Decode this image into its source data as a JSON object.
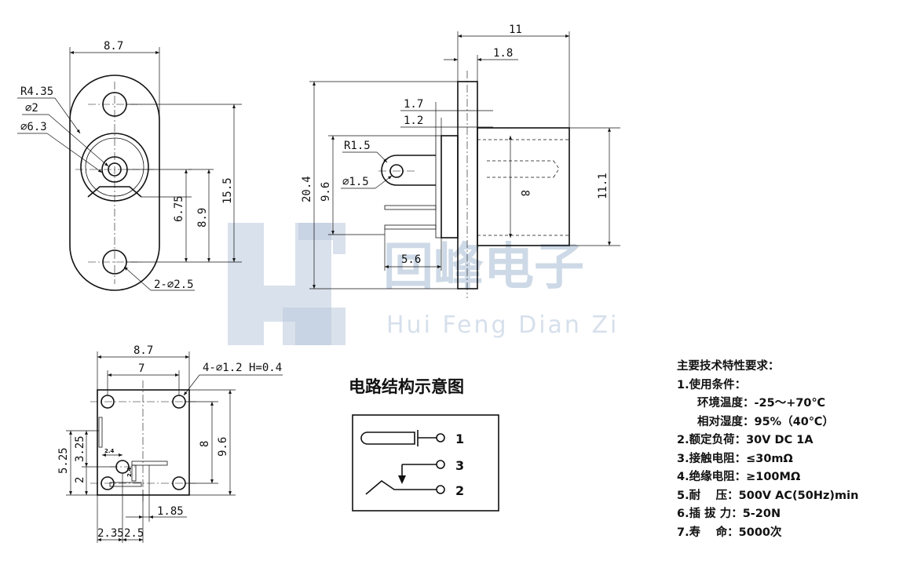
{
  "front_view": {
    "width_dim": "8.7",
    "radius_label": "R4.35",
    "hole_small_label": "⌀2",
    "hole_large_label": "⌀6.3",
    "dim_6_75": "6.75",
    "dim_8_9": "8.9",
    "dim_15_5": "15.5",
    "mount_holes_label": "2-⌀2.5"
  },
  "side_view": {
    "dim_11": "11",
    "dim_1_8": "1.8",
    "dim_1_7": "1.7",
    "dim_1_2": "1.2",
    "radius_label": "R1.5",
    "hole_label": "⌀1.5",
    "dim_20_4": "20.4",
    "dim_9_6": "9.6",
    "dim_8": "8",
    "dim_11_1": "11.1",
    "dim_5_6": "5.6"
  },
  "bottom_view": {
    "width_dim": "8.7",
    "dim_7": "7",
    "holes_label": "4-⌀1.2 H=0.4",
    "dim_8": "8",
    "dim_9_6": "9.6",
    "dim_5_25": "5.25",
    "dim_3_25": "3.25",
    "dim_2": "2",
    "dim_2_4_a": "2.4",
    "dim_2_4_b": "2.4",
    "dim_1_85": "1.85",
    "dim_2_35": "2.35",
    "dim_2_5": "2.5"
  },
  "watermark": {
    "cn": "回峰电子",
    "en": "Hui Feng Dian Zi"
  },
  "schematic": {
    "title": "电路结构示意图",
    "pin1": "1",
    "pin3": "3",
    "pin2": "2"
  },
  "specs": {
    "heading": "主要技术特性要求：",
    "items": [
      "1.使用条件：",
      "环境温度：-25～+70℃",
      "相对湿度：95%（40℃）",
      "2.额定负荷：30V DC 1A",
      "3.接触电阻：≤30mΩ",
      "4.绝缘电阻：≥100MΩ",
      "5.耐　 压：500V AC(50Hz)min",
      "6.插 拔 力：5-20N",
      "7.寿　 命：5000次"
    ]
  }
}
